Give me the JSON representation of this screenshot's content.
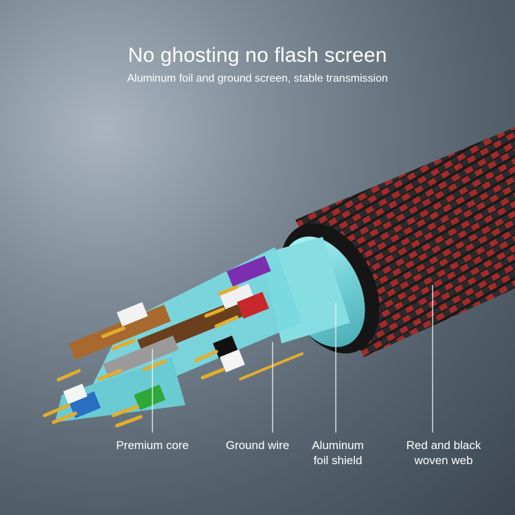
{
  "header": {
    "title": "No ghosting no flash screen",
    "subtitle": "Aluminum foil and ground screen, stable transmission"
  },
  "callouts": [
    {
      "line1": "Premium core",
      "line2": ""
    },
    {
      "line1": "Ground wire",
      "line2": ""
    },
    {
      "line1": "Aluminum",
      "line2": "foil shield"
    },
    {
      "line1": "Red and black",
      "line2": "woven web"
    }
  ],
  "colors": {
    "shield": "#7fd6dc",
    "braid_red": "#a52a2a",
    "braid_black": "#1c1c1c",
    "copper": "#e0a92a"
  }
}
